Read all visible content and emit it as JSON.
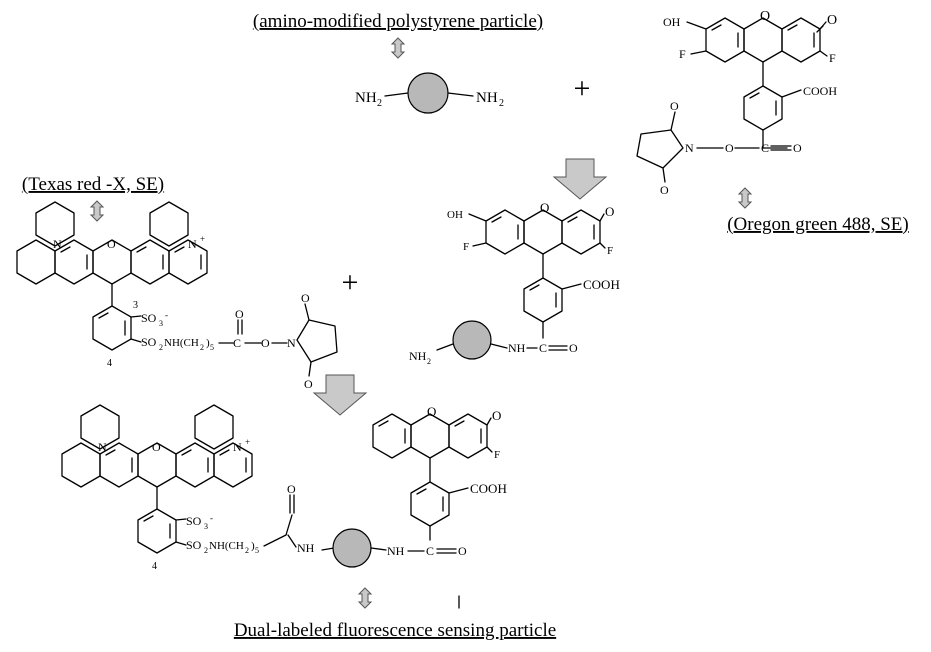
{
  "labels": {
    "amino_particle": "(amino-modified polystyrene particle)",
    "texas_red": "(Texas red -X, SE)",
    "oregon_green": "(Oregon green 488, SE)",
    "final_particle": "Dual-labeled fluorescence sensing particle"
  },
  "groups": {
    "nh2": "NH",
    "nh2_sub": "2",
    "nh": "NH",
    "oh": "OH",
    "f": "F",
    "o": "O",
    "n": "N",
    "n_plus": "N",
    "plus_sign": "+",
    "cooh": "COOH",
    "so3": "SO",
    "so3_sub": "3",
    "so3_charge": "-",
    "so2nh": "SO",
    "so2nh_sub": "2",
    "so2nh_rest": "NH(CH",
    "ch2_sub": "2",
    "ch2_tail": ")",
    "ch2_index": "5",
    "carbonyl": "C",
    "ring_pos_4": "4",
    "ring_pos_3": "3",
    "bond_eq": "=O"
  },
  "operators": {
    "plus": "+"
  }
}
